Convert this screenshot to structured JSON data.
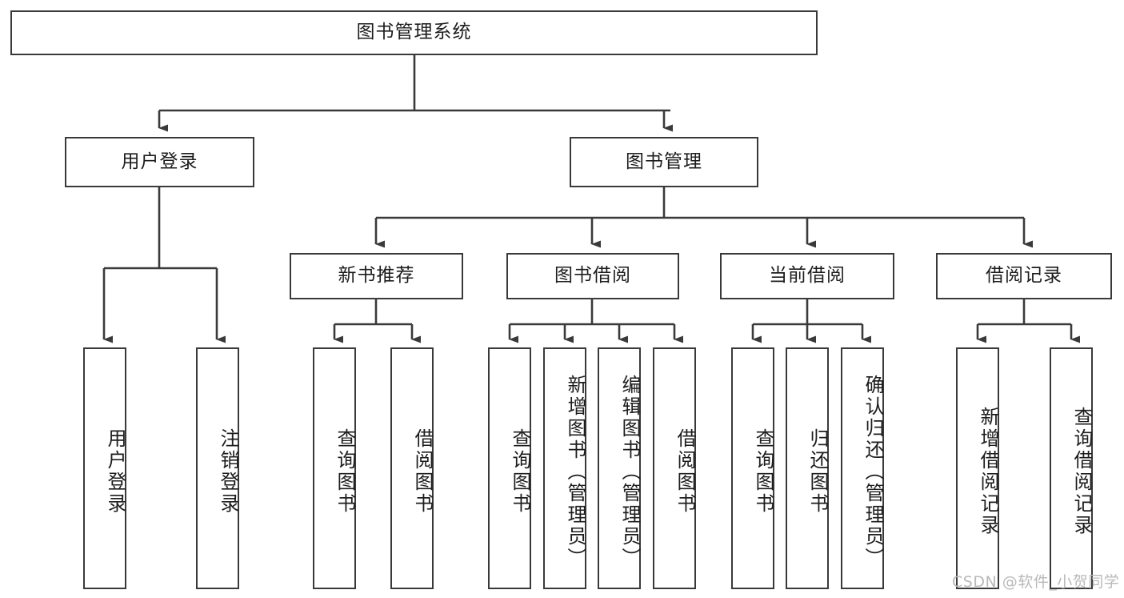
{
  "diagram": {
    "title": "图书管理系统",
    "type": "function-hierarchy-tree",
    "root": {
      "id": "root",
      "label": "图书管理系统"
    },
    "level2": [
      {
        "id": "user-login",
        "label": "用户登录"
      },
      {
        "id": "book-manage",
        "label": "图书管理"
      }
    ],
    "level3": [
      {
        "id": "new-book-recommend",
        "label": "新书推荐",
        "parent": "book-manage"
      },
      {
        "id": "book-borrow",
        "label": "图书借阅",
        "parent": "book-manage"
      },
      {
        "id": "current-borrow",
        "label": "当前借阅",
        "parent": "book-manage"
      },
      {
        "id": "borrow-record",
        "label": "借阅记录",
        "parent": "book-manage"
      }
    ],
    "leaves": {
      "user-login": [
        {
          "id": "leaf-user-login",
          "label": "用户登录"
        },
        {
          "id": "leaf-user-logout",
          "label": "注销登录"
        }
      ],
      "new-book-recommend": [
        {
          "id": "leaf-query-book-1",
          "label": "查询图书"
        },
        {
          "id": "leaf-borrow-book-1",
          "label": "借阅图书"
        }
      ],
      "book-borrow": [
        {
          "id": "leaf-query-book-2",
          "label": "查询图书"
        },
        {
          "id": "leaf-add-book",
          "label": "新增图书（管理员）"
        },
        {
          "id": "leaf-edit-book",
          "label": "编辑图书（管理员）"
        },
        {
          "id": "leaf-borrow-book-2",
          "label": "借阅图书"
        }
      ],
      "current-borrow": [
        {
          "id": "leaf-query-book-3",
          "label": "查询图书"
        },
        {
          "id": "leaf-return-book",
          "label": "归还图书"
        },
        {
          "id": "leaf-confirm-return",
          "label": "确认归还（管理员）"
        }
      ],
      "borrow-record": [
        {
          "id": "leaf-add-record",
          "label": "新增借阅记录"
        },
        {
          "id": "leaf-query-record",
          "label": "查询借阅记录"
        }
      ]
    }
  },
  "watermark": {
    "text": "CSDN @软件_小贺同学"
  },
  "colors": {
    "stroke": "#3a3a3a",
    "fill": "#ffffff",
    "text": "#1d1d1d",
    "watermark": "#b9b9b9"
  }
}
